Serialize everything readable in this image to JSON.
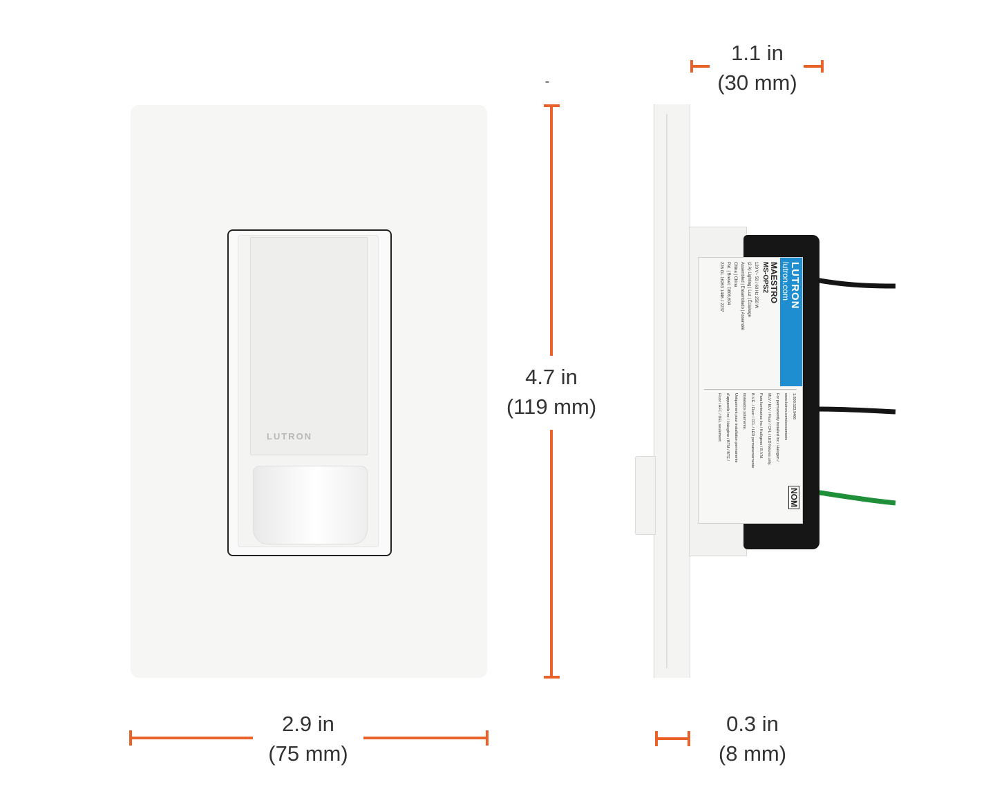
{
  "dimensions": {
    "depth_top": {
      "inches": "1.1 in",
      "mm": "(30 mm)"
    },
    "height": {
      "inches": "4.7 in",
      "mm": "(119 mm)"
    },
    "width": {
      "inches": "2.9 in",
      "mm": "(75 mm)"
    },
    "plate_depth": {
      "inches": "0.3 in",
      "mm": "(8 mm)"
    },
    "stray_mark": "-"
  },
  "front_view": {
    "brand_mark": "LUTRON"
  },
  "side_view": {
    "label": {
      "brand": "LUTRON",
      "url": "lutron.com",
      "product": "MAESTRO",
      "model": "MS-OPS2",
      "lines_left": [
        "120 V~ 50 / 60 Hz 250 W",
        "(2 A) Lighting | Luz | Éclairage",
        "Assembled | Ensamblado | Assemblé",
        "China | China",
        "Pat. | Brevet: D806,604",
        "226   GL 16263   1446 J   2237"
      ],
      "lines_right": [
        "1.800.523.9466",
        "www.lutron.com/occsensors",
        "For permanently installed Inc / Halogen /",
        "MLV / ELV / Fluor / CFL / LED fixtures only.",
        "Para luminarias Inc / Halógeno / B.V.M.",
        "B.V.E. / Fluor / CFL / LED permanentemente",
        "instalados solamente.",
        "Uniquement pour installation permanente",
        "d'appareils Inc / Halogène / BTM / BTE /",
        "Fluor / AFC / DEL seulement."
      ],
      "cert": "NOM"
    }
  },
  "colors": {
    "accent": "#e8622a",
    "label_blue": "#1f8ed0",
    "wire_black": "#151515",
    "wire_green": "#1f8f3a"
  }
}
